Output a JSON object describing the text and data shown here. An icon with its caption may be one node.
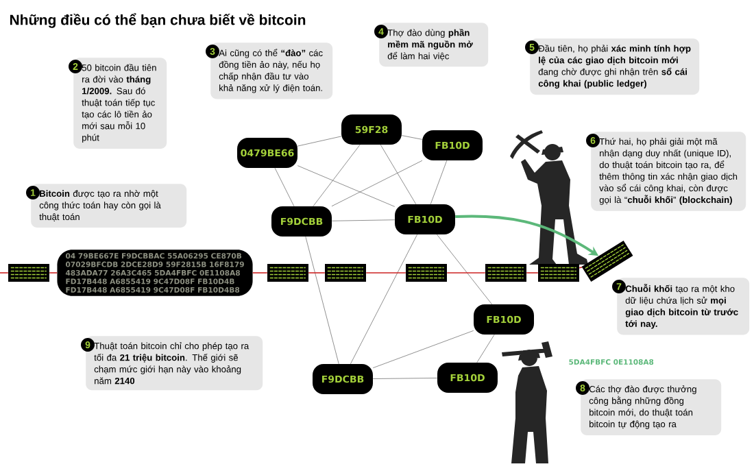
{
  "diagram": {
    "title": "Những điều có thể bạn chưa biết về bitcoin",
    "nodes": [
      {
        "text": [
          "1",
          "**Bitcoin** được tạo ra nhờ một công thức toán hay còn gọi là thuật toán"
        ]
      },
      {
        "text": [
          "2",
          "50 bitcoin đầu tiên ra đời vào **tháng 1/2009.** Sau đó thuật toán tiếp tục tạo các lô tiền ảo mới sau mỗi 10 phút"
        ]
      },
      {
        "text": [
          "3",
          "Ai cũng có thể **“đào”** các đồng tiền ảo này, nếu họ chấp nhận đầu tư vào khả năng xử lý điện toán."
        ]
      },
      {
        "text": [
          "4",
          "Thợ đào dùng **phần mềm mã nguồn mở** để làm hai việc"
        ]
      },
      {
        "text": [
          "5",
          "Đầu tiên, họ phải **xác minh tính hợp lệ của các giao dịch bitcoin mới** đang chờ được ghi nhận trên **sổ cái công khai (public ledger)**"
        ]
      },
      {
        "text": [
          "6",
          "Thứ hai, họ phải giải một mã nhận dạng duy nhất (unique ID), do thuật toán bitcoin tạo ra, để thêm thông tin xác nhận giao dịch vào sổ cái công khai, còn được gọi là “**chuỗi khối**” **(blockchain)**"
        ]
      },
      {
        "text": [
          "7",
          "**Chuỗi khối** tạo ra một kho dữ liệu chứa lịch sử **mọi giao dịch bitcoin từ trước tới nay.**"
        ]
      },
      {
        "text": [
          "8",
          "Các thợ đào được thưởng công bằng những đồng bitcoin mới, do thuật toán bitcoin tự động tạo ra"
        ]
      },
      {
        "text": [
          "9",
          "Thuật toán bitcoin chỉ cho phép tạo ra tối đa **21 triệu bitcoin**. Thế giới sẽ chạm mức giới hạn này vào khoảng năm **2140**"
        ]
      },
      {
        "text": [
          "0479BE66"
        ]
      },
      {
        "text": [
          "59F28"
        ]
      },
      {
        "text": [
          "FB10D"
        ]
      },
      {
        "text": [
          "F9DCBB"
        ]
      },
      {
        "text": [
          "FB10D"
        ]
      },
      {
        "text": [
          "FB10D"
        ]
      },
      {
        "text": [
          "F9DCBB"
        ]
      },
      {
        "text": [
          "FB10D"
        ]
      },
      {
        "text": [],
        "shape": "box"
      },
      {
        "text": [
          "04 79BE667E F9DCBBAC 55A06295 CE870B",
          "07029BFCDB 2DCE28D9 59F2815B 16F8179",
          "483ADA77 26A3C465 5DA4FBFC 0E1108A8",
          "FD17B448 A6855419 9C47D08F FB10D4B",
          "FD17B448 A6855419 9C47D08F FB10D4B8"
        ]
      },
      {
        "text": [],
        "shape": "box"
      },
      {
        "text": [],
        "shape": "box"
      },
      {
        "text": [],
        "shape": "box"
      },
      {
        "text": [],
        "shape": "box"
      },
      {
        "text": [],
        "shape": "box"
      },
      {
        "text": [],
        "shape": "box"
      }
    ],
    "edges": [
      {
        "from": 9,
        "to": 10,
        "arrow": "none"
      },
      {
        "from": 9,
        "to": 13,
        "arrow": "none"
      },
      {
        "from": 9,
        "to": 12,
        "arrow": "none"
      },
      {
        "from": 10,
        "to": 12,
        "arrow": "none"
      },
      {
        "from": 10,
        "to": 13,
        "arrow": "none"
      },
      {
        "from": 10,
        "to": 11,
        "arrow": "none"
      },
      {
        "from": 11,
        "to": 12,
        "arrow": "none"
      },
      {
        "from": 11,
        "to": 13,
        "arrow": "none"
      },
      {
        "from": 12,
        "to": 13,
        "arrow": "none"
      },
      {
        "from": 12,
        "to": 15,
        "arrow": "none"
      },
      {
        "from": 13,
        "to": 15,
        "arrow": "none"
      },
      {
        "from": 13,
        "to": 14,
        "arrow": "none"
      },
      {
        "from": 15,
        "to": 14,
        "arrow": "none"
      },
      {
        "from": 15,
        "to": 16,
        "arrow": "none"
      },
      {
        "from": 14,
        "to": 16,
        "arrow": "none"
      },
      {
        "from": null,
        "to": 17,
        "arrow": "none",
        "color": "#cc2222"
      },
      {
        "from": 17,
        "to": 18,
        "arrow": "none",
        "color": "#cc2222"
      },
      {
        "from": 18,
        "to": 19,
        "arrow": "none",
        "color": "#cc2222"
      },
      {
        "from": 19,
        "to": 20,
        "arrow": "none",
        "color": "#cc2222"
      },
      {
        "from": 20,
        "to": 21,
        "arrow": "none",
        "color": "#cc2222"
      },
      {
        "from": 21,
        "to": 22,
        "arrow": "none",
        "color": "#cc2222"
      },
      {
        "from": 22,
        "to": 23,
        "arrow": "none",
        "color": "#cc2222"
      },
      {
        "from": 23,
        "to": 24,
        "arrow": "none",
        "color": "#cc2222"
      },
      {
        "from": 13,
        "to": 24,
        "arrow": "to",
        "style": "thick",
        "color": "#5cb87a"
      }
    ],
    "labels": [
      "5DA4FBFC 0E1108A8"
    ]
  }
}
